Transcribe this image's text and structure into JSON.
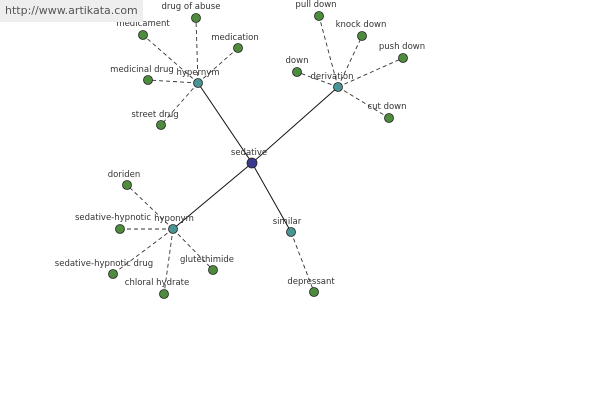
{
  "watermark": "http://www.artikata.com",
  "colors": {
    "root": "#3a3a8c",
    "relation": "#4a9494",
    "leaf": "#4c8c3c",
    "node_stroke": "#222222",
    "edge": "#111111",
    "dashed_edge": "#333333"
  },
  "nodes": [
    {
      "id": "sedative",
      "label": "sedative",
      "kind": "root"
    },
    {
      "id": "hypernym",
      "label": "hypernym",
      "kind": "relation"
    },
    {
      "id": "derivation",
      "label": "derivation",
      "kind": "relation"
    },
    {
      "id": "hyponym",
      "label": "hyponym",
      "kind": "relation"
    },
    {
      "id": "similar",
      "label": "similar",
      "kind": "relation"
    },
    {
      "id": "medicament",
      "label": "medicament",
      "kind": "leaf"
    },
    {
      "id": "drug_of_abuse",
      "label": "drug of abuse",
      "kind": "leaf"
    },
    {
      "id": "medication",
      "label": "medication",
      "kind": "leaf"
    },
    {
      "id": "medicinal_drug",
      "label": "medicinal drug",
      "kind": "leaf"
    },
    {
      "id": "street_drug",
      "label": "street drug",
      "kind": "leaf"
    },
    {
      "id": "pull_down",
      "label": "pull down",
      "kind": "leaf"
    },
    {
      "id": "knock_down",
      "label": "knock down",
      "kind": "leaf"
    },
    {
      "id": "push_down",
      "label": "push down",
      "kind": "leaf"
    },
    {
      "id": "down",
      "label": "down",
      "kind": "leaf"
    },
    {
      "id": "cut_down",
      "label": "cut down",
      "kind": "leaf"
    },
    {
      "id": "doriden",
      "label": "doriden",
      "kind": "leaf"
    },
    {
      "id": "sedative_hypnotic",
      "label": "sedative-hypnotic",
      "kind": "leaf"
    },
    {
      "id": "sedative_hypnotic_drug",
      "label": "sedative-hypnotic drug",
      "kind": "leaf"
    },
    {
      "id": "glutethimide",
      "label": "glutethimide",
      "kind": "leaf"
    },
    {
      "id": "chloral_hydrate",
      "label": "chloral hydrate",
      "kind": "leaf"
    },
    {
      "id": "depressant",
      "label": "depressant",
      "kind": "leaf"
    }
  ],
  "edges": [
    {
      "from": "sedative",
      "to": "hypernym",
      "style": "solid"
    },
    {
      "from": "sedative",
      "to": "derivation",
      "style": "solid"
    },
    {
      "from": "sedative",
      "to": "hyponym",
      "style": "solid"
    },
    {
      "from": "sedative",
      "to": "similar",
      "style": "solid"
    },
    {
      "from": "hypernym",
      "to": "medicament",
      "style": "dashed"
    },
    {
      "from": "hypernym",
      "to": "drug_of_abuse",
      "style": "dashed"
    },
    {
      "from": "hypernym",
      "to": "medication",
      "style": "dashed"
    },
    {
      "from": "hypernym",
      "to": "medicinal_drug",
      "style": "dashed"
    },
    {
      "from": "hypernym",
      "to": "street_drug",
      "style": "dashed"
    },
    {
      "from": "derivation",
      "to": "pull_down",
      "style": "dashed"
    },
    {
      "from": "derivation",
      "to": "knock_down",
      "style": "dashed"
    },
    {
      "from": "derivation",
      "to": "push_down",
      "style": "dashed"
    },
    {
      "from": "derivation",
      "to": "down",
      "style": "dashed"
    },
    {
      "from": "derivation",
      "to": "cut_down",
      "style": "dashed"
    },
    {
      "from": "hyponym",
      "to": "doriden",
      "style": "dashed"
    },
    {
      "from": "hyponym",
      "to": "sedative_hypnotic",
      "style": "dashed"
    },
    {
      "from": "hyponym",
      "to": "sedative_hypnotic_drug",
      "style": "dashed"
    },
    {
      "from": "hyponym",
      "to": "glutethimide",
      "style": "dashed"
    },
    {
      "from": "hyponym",
      "to": "chloral_hydrate",
      "style": "dashed"
    },
    {
      "from": "similar",
      "to": "depressant",
      "style": "dashed"
    }
  ]
}
